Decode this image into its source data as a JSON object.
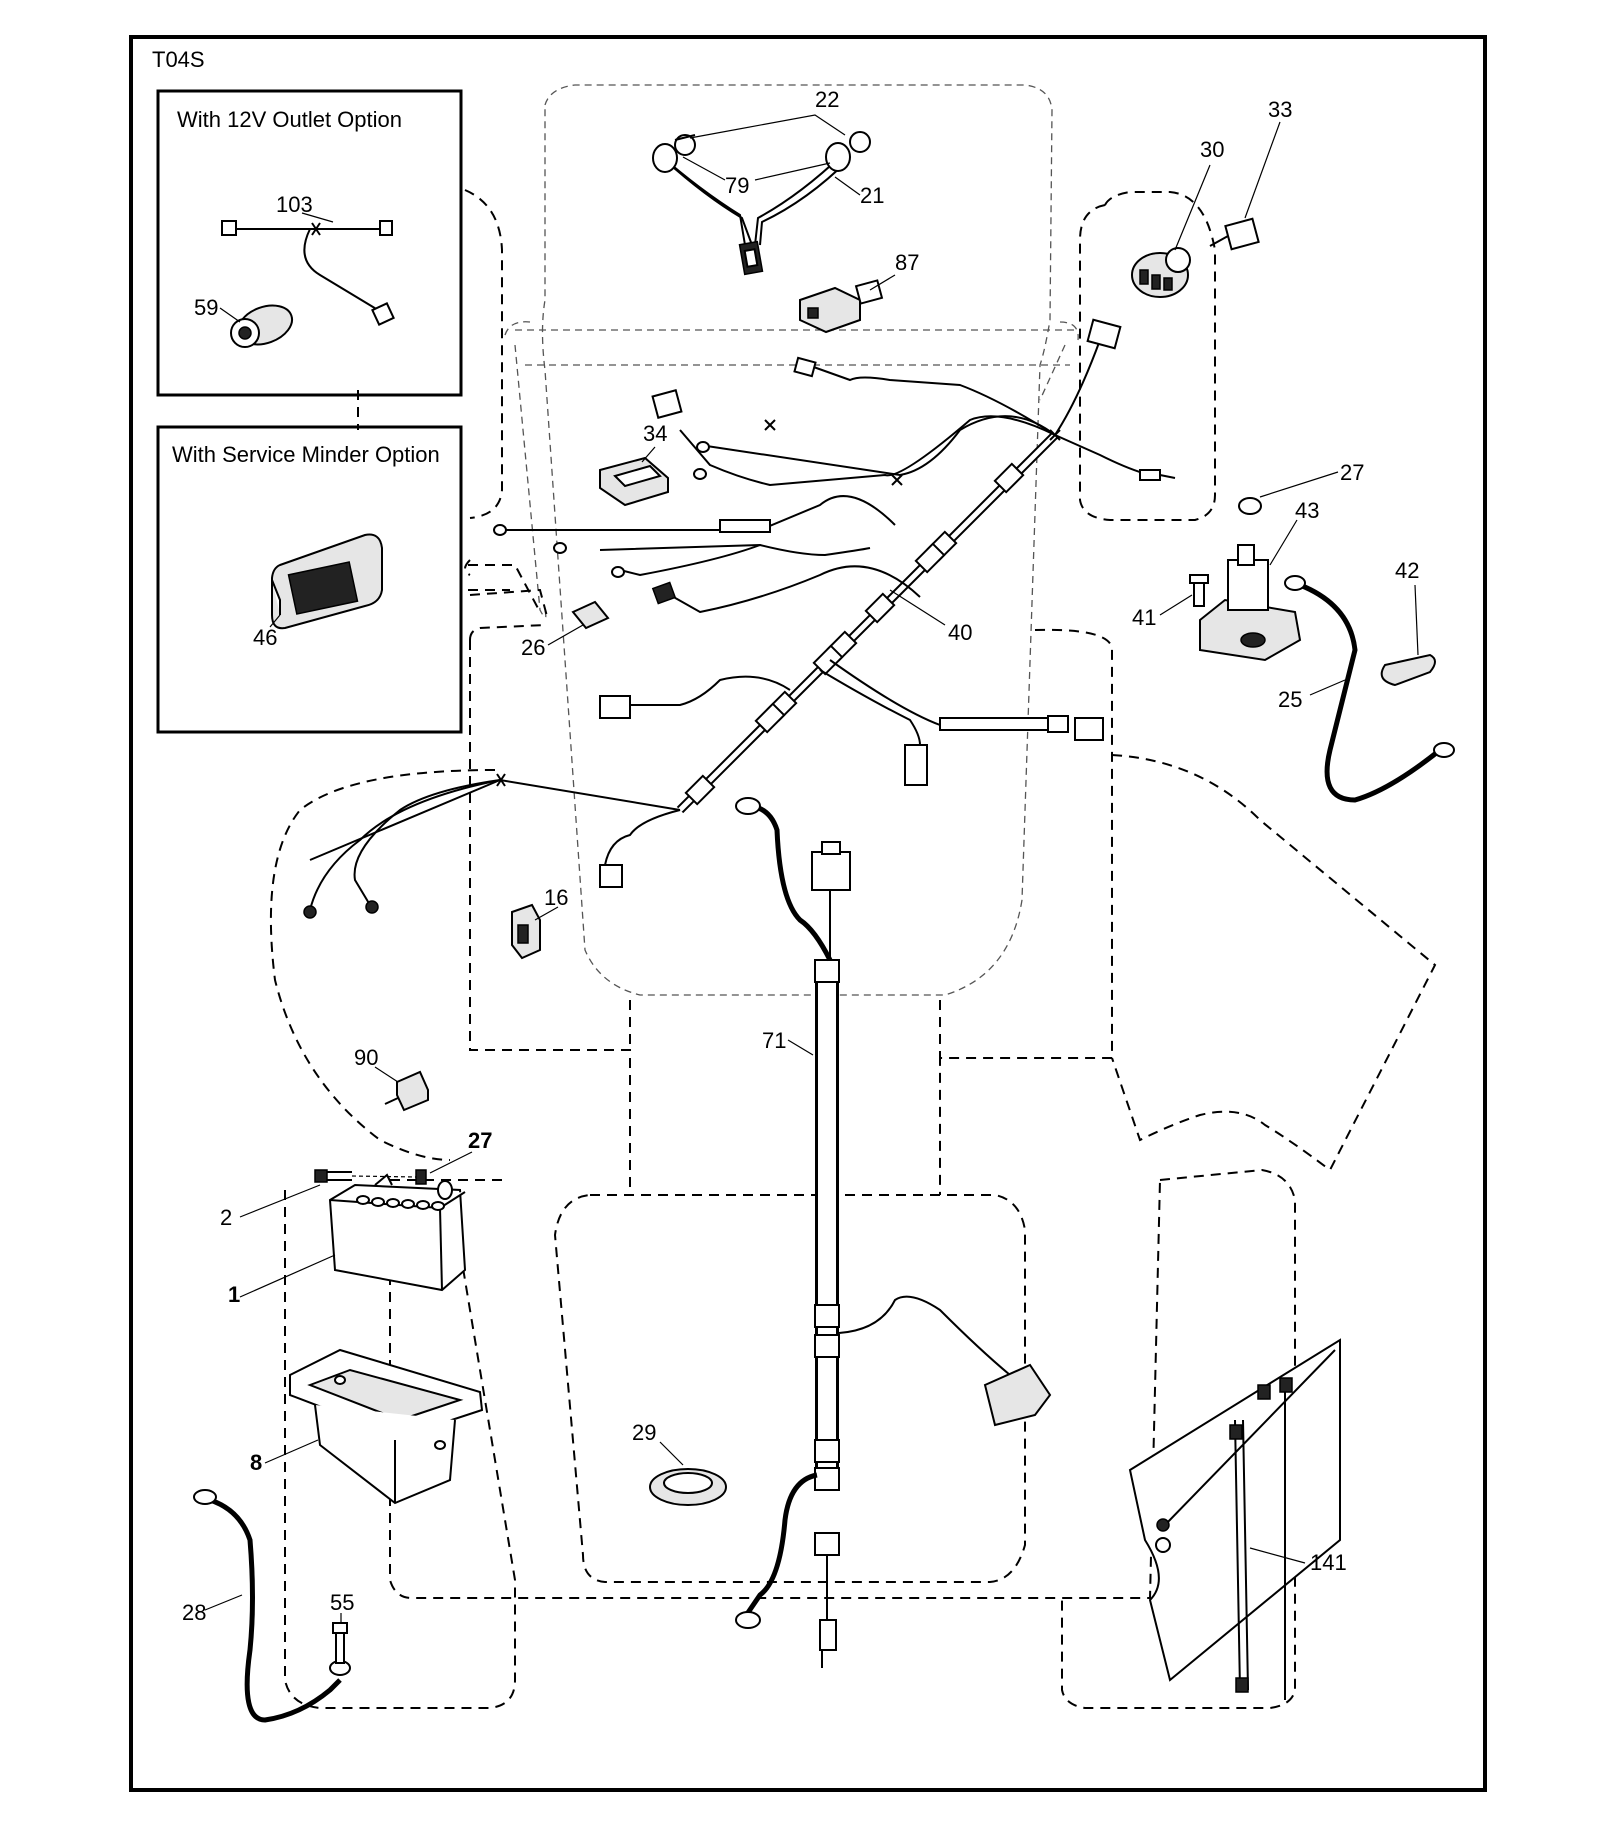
{
  "diagram": {
    "code": "T04S",
    "inset_12v": {
      "title": "With 12V Outlet Option"
    },
    "inset_service": {
      "title": "With Service Minder Option"
    },
    "labels": {
      "p103": "103",
      "p59": "59",
      "p46": "46",
      "p22": "22",
      "p79": "79",
      "p21": "21",
      "p87": "87",
      "p30": "30",
      "p33": "33",
      "p34": "34",
      "p27a": "27",
      "p43": "43",
      "p41": "41",
      "p42": "42",
      "p25": "25",
      "p40": "40",
      "p26": "26",
      "p16": "16",
      "p90": "90",
      "p71": "71",
      "p27b": "27",
      "p2": "2",
      "p1": "1",
      "p8": "8",
      "p29": "29",
      "p28": "28",
      "p55": "55",
      "p141": "141"
    }
  }
}
